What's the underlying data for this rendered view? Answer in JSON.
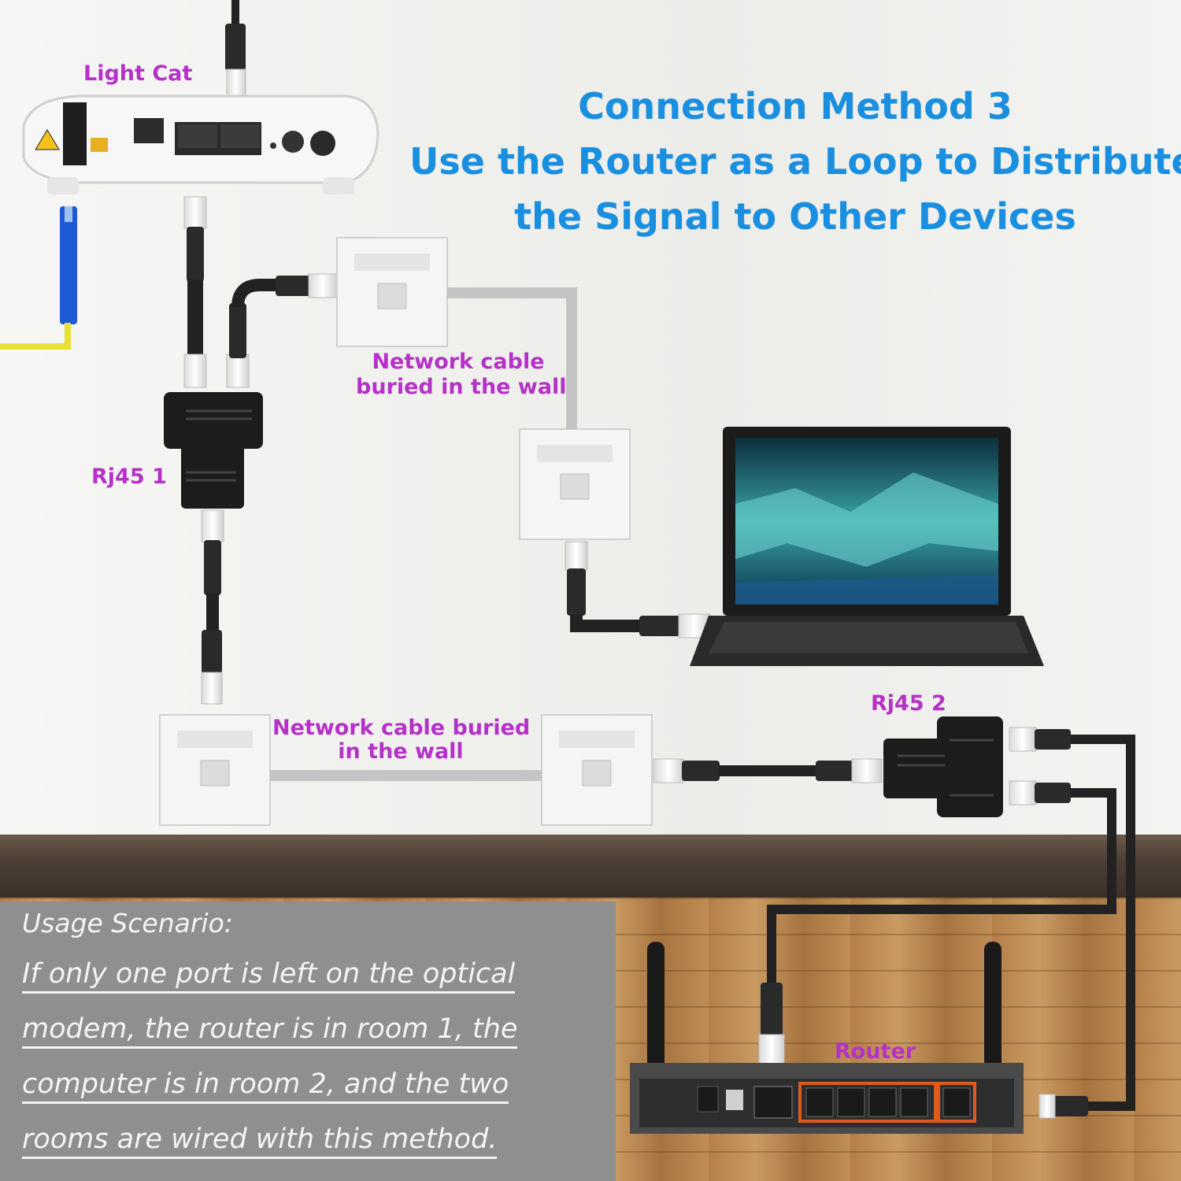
{
  "title": {
    "line1": "Connection Method 3",
    "line2": "Use the Router as a Loop to Distribute",
    "line3": "the Signal to Other Devices"
  },
  "labels": {
    "light_cat": "Light Cat",
    "rj45_1": "Rj45 1",
    "rj45_2": "Rj45 2",
    "wall_cable_upper": [
      "Network cable",
      "buried in the wall"
    ],
    "wall_cable_lower": [
      "Network cable buried",
      "in the wall"
    ],
    "router": "Router"
  },
  "usage": {
    "heading": "Usage Scenario:",
    "lines": [
      "If only one port is left on the optical",
      "modem, the router is in room 1, the",
      "computer is in room 2, and the two",
      "rooms are wired with this method."
    ]
  },
  "colors": {
    "title": "#1a8fe0",
    "label": "#b531c8",
    "usage_bg": "#8f8f8f",
    "router_ports": "#e05a1e",
    "fiber": "#e8e032"
  },
  "icons": [
    "optical-modem-icon",
    "wall-socket-icon",
    "rj45-splitter-icon",
    "laptop-icon",
    "router-icon",
    "ethernet-plug-icon"
  ]
}
